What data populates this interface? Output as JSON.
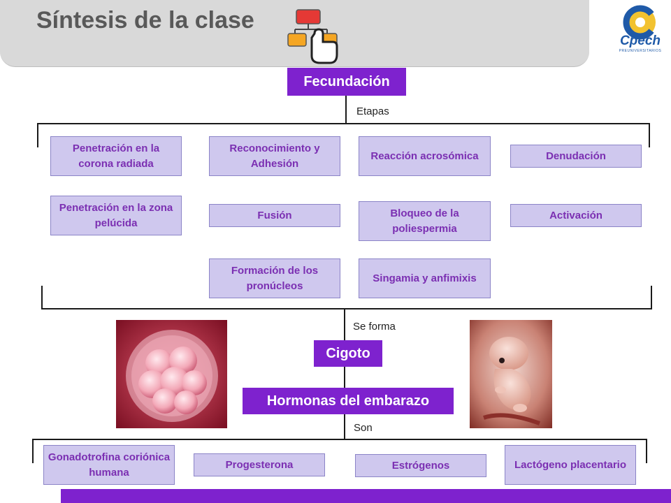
{
  "header": {
    "title": "Síntesis de la clase",
    "logo_text": "Cpech",
    "logo_subtext": "PREUNIVERSITARIOS"
  },
  "diagram": {
    "root": "Fecundación",
    "root_link_label": "Etapas",
    "stages": [
      "Penetración en la corona radiada",
      "Reconocimiento y Adhesión",
      "Reacción acrosómica",
      "Denudación",
      "Penetración en la zona pelúcida",
      "Fusión",
      "Bloqueo de la poliespermia",
      "Activación",
      "Formación de los pronúcleos",
      "Singamia y anfimixis"
    ],
    "result_link_label": "Se forma",
    "result": "Cigoto",
    "hormones_title": "Hormonas del embarazo",
    "hormones_link_label": "Son",
    "hormones": [
      "Gonadotrofina coriónica humana",
      "Progesterona",
      "Estrógenos",
      "Lactógeno placentario"
    ]
  },
  "colors": {
    "accent": "#7e22ce",
    "stage_fill": "#cfc8ee",
    "stage_text": "#7b2fb2",
    "title_bar": "#d9d9d9"
  },
  "images": {
    "left": "embryo-cells-photo",
    "right": "fetus-photo"
  }
}
